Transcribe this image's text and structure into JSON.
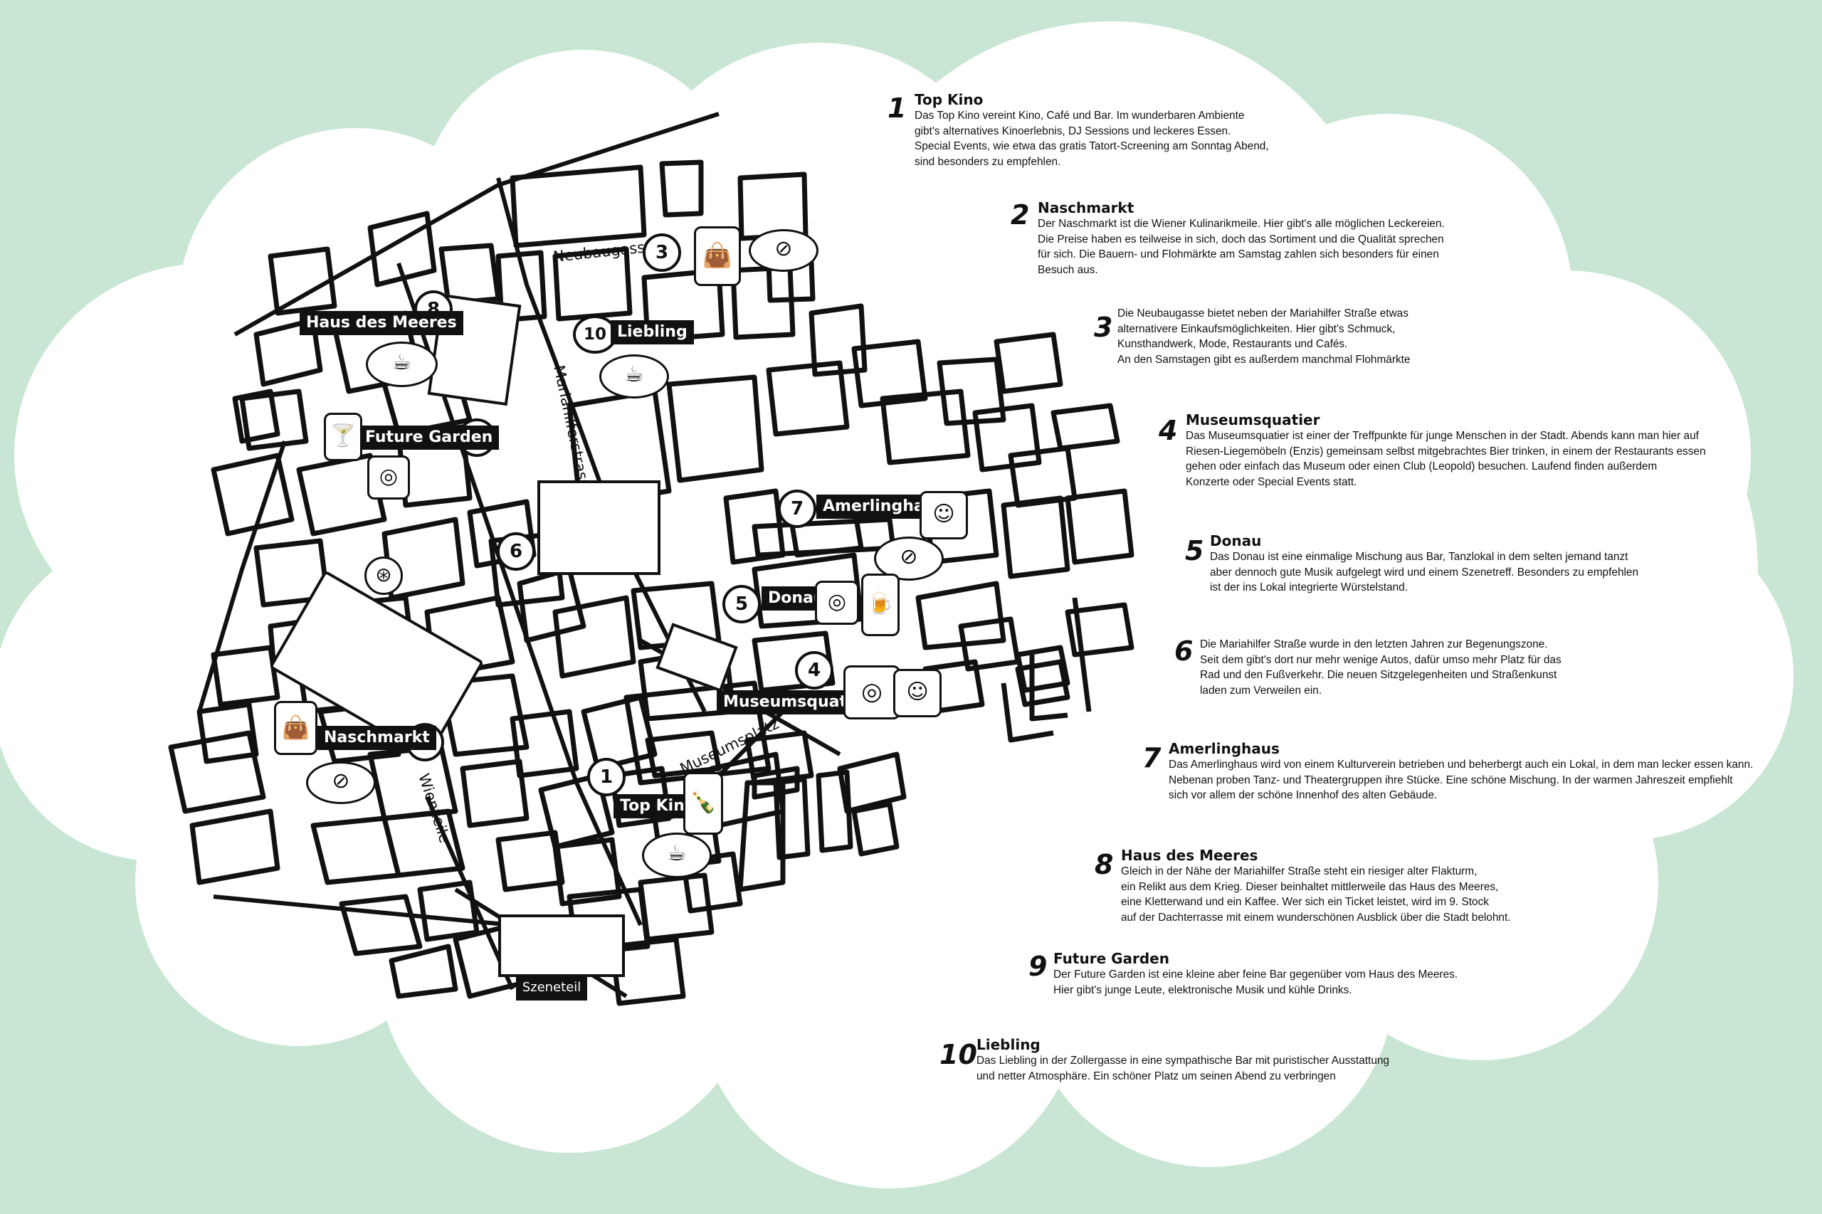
{
  "colors": {
    "background": "#c8e6d3",
    "cloud": "#ffffff",
    "ink": "#111111",
    "label_bg": "#111111",
    "label_text": "#ffffff"
  },
  "map": {
    "street_labels": {
      "neubaugasse": "Neubaugasse",
      "mariahilferstrasse": "Mariahilferstrasse",
      "museumsplatz": "Museumsplatz",
      "wienzeile": "Wienzeile"
    },
    "markers": {
      "top_kino": {
        "num": "1",
        "label": "Top Kino"
      },
      "naschmarkt": {
        "num": "2",
        "label": "Naschmarkt"
      },
      "neubaugasse": {
        "num": "3"
      },
      "museumsquatier": {
        "num": "4",
        "label": "Museumsquatier"
      },
      "donau": {
        "num": "5",
        "label": "Donau"
      },
      "mariahilfer": {
        "num": "6"
      },
      "amerlinghaus": {
        "num": "7",
        "label": "Amerlinghaus"
      },
      "haus_des_meeres": {
        "num": "8",
        "label": "Haus des Meeres"
      },
      "future_garden": {
        "num": "9",
        "label": "Future Garden"
      },
      "liebling": {
        "num": "10",
        "label": "Liebling"
      }
    },
    "icons": {
      "food": "plate-icon",
      "drink": "bottle-glass-icon",
      "music": "speaker-icon",
      "bike": "bicycle-icon",
      "shopping": "shopping-bag-icon",
      "theatre": "dancer-icon",
      "sign": "Szeneteil"
    }
  },
  "legend": [
    {
      "num": "1",
      "title": "Top Kino",
      "text": "Das Top Kino vereint Kino, Café und Bar. Im wunderbaren Ambiente\ngibt's alternatives Kinoerlebnis, DJ Sessions und leckeres Essen.\nSpecial Events, wie etwa das gratis Tatort-Screening am Sonntag Abend,\nsind besonders zu empfehlen."
    },
    {
      "num": "2",
      "title": "Naschmarkt",
      "text": "Der Naschmarkt ist die Wiener Kulinarikmeile. Hier gibt's alle möglichen Leckereien.\nDie Preise haben es teilweise in sich, doch das Sortiment und die Qualität sprechen\nfür sich. Die Bauern- und Flohmärkte am Samstag zahlen sich besonders für einen\nBesuch aus."
    },
    {
      "num": "3",
      "title": "",
      "text": "Die Neubaugasse bietet neben der Mariahilfer Straße etwas\nalternativere Einkaufsmöglichkeiten. Hier gibt's Schmuck,\nKunsthandwerk, Mode, Restaurants und Cafés.\nAn den Samstagen gibt es außerdem manchmal Flohmärkte"
    },
    {
      "num": "4",
      "title": "Museumsquatier",
      "text": "Das Museumsquatier ist einer der Treffpunkte für junge Menschen in der Stadt. Abends kann man hier auf\nRiesen-Liegemöbeln (Enzis) gemeinsam selbst mitgebrachtes Bier trinken, in einem der Restaurants essen\ngehen oder einfach das Museum oder einen Club (Leopold) besuchen. Laufend finden außerdem\nKonzerte oder Special Events statt."
    },
    {
      "num": "5",
      "title": "Donau",
      "text": "Das Donau ist eine einmalige Mischung aus Bar, Tanzlokal in dem selten jemand tanzt\naber dennoch gute Musik aufgelegt wird und einem Szenetreff. Besonders zu empfehlen\nist der ins Lokal integrierte Würstelstand."
    },
    {
      "num": "6",
      "title": "",
      "text": "Die Mariahilfer Straße wurde in den letzten Jahren zur Begenungszone.\nSeit dem gibt's dort nur mehr wenige Autos, dafür umso mehr Platz für das\nRad und den Fußverkehr. Die neuen Sitzgelegenheiten und Straßenkunst\nladen zum Verweilen ein."
    },
    {
      "num": "7",
      "title": "Amerlinghaus",
      "text": "Das Amerlinghaus wird von einem Kulturverein betrieben und beherbergt auch ein Lokal, in dem man lecker essen kann.\nNebenan proben Tanz- und Theatergruppen ihre Stücke. Eine schöne Mischung. In der warmen Jahreszeit empfiehlt\nsich vor allem der schöne Innenhof des alten Gebäude."
    },
    {
      "num": "8",
      "title": "Haus des Meeres",
      "text": "Gleich in der Nähe der Mariahilfer Straße steht ein riesiger alter Flakturm,\nein Relikt aus dem Krieg. Dieser beinhaltet mittlerweile das Haus des Meeres,\neine Kletterwand und ein Kaffee. Wer sich ein Ticket leistet, wird im 9. Stock\nauf der Dachterrasse mit einem wunderschönen Ausblick über die Stadt belohnt."
    },
    {
      "num": "9",
      "title": "Future Garden",
      "text": "Der Future Garden ist eine kleine aber feine Bar gegenüber vom Haus des Meeres.\nHier gibt's junge Leute, elektronische Musik und kühle Drinks."
    },
    {
      "num": "10",
      "title": "Liebling",
      "text": "Das Liebling in der Zollergasse in eine sympathische Bar mit puristischer Ausstattung\nund netter Atmosphäre. Ein schöner Platz um seinen Abend zu verbringen"
    }
  ]
}
